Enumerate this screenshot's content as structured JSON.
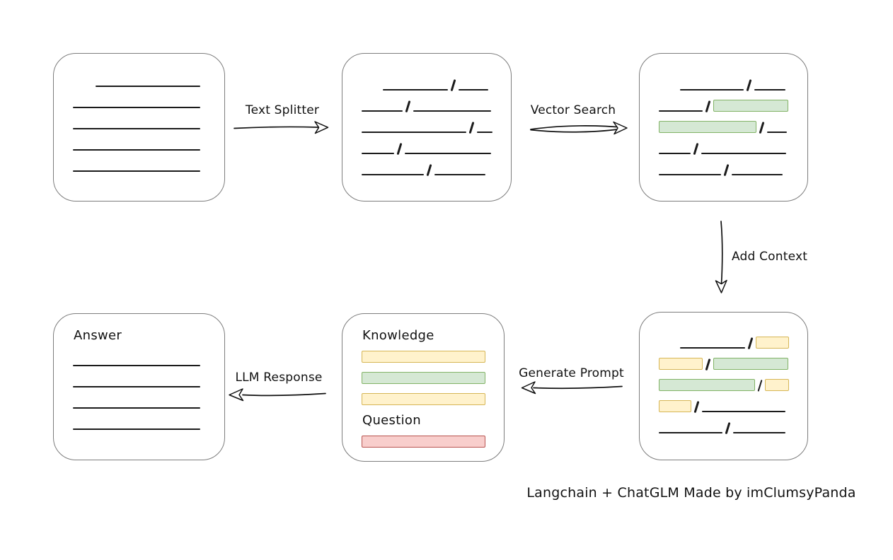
{
  "colors": {
    "ink": "#1b1b1b",
    "box_border": "#7d7d7d",
    "green_fill": "#d5e8d4",
    "green_border": "#82b366",
    "yellow_fill": "#fff2cc",
    "yellow_border": "#d6b656",
    "red_fill": "#f8cecc",
    "red_border": "#b85450"
  },
  "labels": {
    "text_splitter": "Text Splitter",
    "vector_search": "Vector Search",
    "add_context": "Add Context",
    "generate_prompt": "Generate Prompt",
    "llm_response": "LLM Response",
    "caption": "Langchain + ChatGLM Made by imClumsyPanda"
  },
  "boxes": {
    "document": {
      "rows": [
        {
          "indent": 32,
          "segs": [
            {
              "t": "line",
              "w": 148
            }
          ]
        },
        {
          "segs": [
            {
              "t": "line",
              "w": 180
            }
          ]
        },
        {
          "segs": [
            {
              "t": "line",
              "w": 180
            }
          ]
        },
        {
          "segs": [
            {
              "t": "line",
              "w": 180
            }
          ]
        },
        {
          "segs": [
            {
              "t": "line",
              "w": 180
            }
          ]
        }
      ]
    },
    "split_chunks": {
      "rows": [
        {
          "indent": 30,
          "segs": [
            {
              "t": "line",
              "w": 92
            },
            {
              "t": "slash"
            },
            {
              "t": "line",
              "w": 42
            }
          ]
        },
        {
          "segs": [
            {
              "t": "line",
              "w": 58
            },
            {
              "t": "slash"
            },
            {
              "t": "line",
              "w": 110
            }
          ]
        },
        {
          "segs": [
            {
              "t": "line",
              "w": 148
            },
            {
              "t": "slash"
            },
            {
              "t": "line",
              "w": 22
            }
          ]
        },
        {
          "segs": [
            {
              "t": "line",
              "w": 46
            },
            {
              "t": "slash"
            },
            {
              "t": "line",
              "w": 122
            }
          ]
        },
        {
          "segs": [
            {
              "t": "line",
              "w": 88
            },
            {
              "t": "slash"
            },
            {
              "t": "line",
              "w": 72
            }
          ]
        }
      ]
    },
    "vector_matches": {
      "rows": [
        {
          "indent": 30,
          "segs": [
            {
              "t": "line",
              "w": 90
            },
            {
              "t": "slash"
            },
            {
              "t": "line",
              "w": 44
            }
          ]
        },
        {
          "segs": [
            {
              "t": "line",
              "w": 62
            },
            {
              "t": "slash"
            },
            {
              "t": "green",
              "w": 106
            }
          ]
        },
        {
          "segs": [
            {
              "t": "green",
              "w": 138
            },
            {
              "t": "slash"
            },
            {
              "t": "line",
              "w": 28
            }
          ]
        },
        {
          "segs": [
            {
              "t": "line",
              "w": 45
            },
            {
              "t": "slash"
            },
            {
              "t": "line",
              "w": 120
            }
          ]
        },
        {
          "segs": [
            {
              "t": "line",
              "w": 88
            },
            {
              "t": "slash"
            },
            {
              "t": "line",
              "w": 72
            }
          ]
        }
      ]
    },
    "context_chunks": {
      "rows": [
        {
          "indent": 30,
          "segs": [
            {
              "t": "line",
              "w": 92
            },
            {
              "t": "slash"
            },
            {
              "t": "yellow",
              "w": 47
            }
          ]
        },
        {
          "segs": [
            {
              "t": "yellow",
              "w": 62
            },
            {
              "t": "slash"
            },
            {
              "t": "green",
              "w": 106
            }
          ]
        },
        {
          "segs": [
            {
              "t": "green",
              "w": 138
            },
            {
              "t": "slash"
            },
            {
              "t": "yellow",
              "w": 34
            }
          ]
        },
        {
          "segs": [
            {
              "t": "yellow",
              "w": 46
            },
            {
              "t": "slash"
            },
            {
              "t": "line",
              "w": 118
            }
          ]
        },
        {
          "segs": [
            {
              "t": "line",
              "w": 90
            },
            {
              "t": "slash"
            },
            {
              "t": "line",
              "w": 74
            }
          ]
        }
      ]
    },
    "prompt": {
      "knowledge_label": "Knowledge",
      "question_label": "Question",
      "knowledge_rows": [
        {
          "segs": [
            {
              "t": "yellow",
              "w": 180
            }
          ]
        },
        {
          "segs": [
            {
              "t": "green",
              "w": 180
            }
          ]
        },
        {
          "segs": [
            {
              "t": "yellow",
              "w": 180
            }
          ]
        }
      ],
      "question_rows": [
        {
          "segs": [
            {
              "t": "red",
              "w": 180
            }
          ]
        }
      ]
    },
    "answer": {
      "label": "Answer",
      "rows": [
        {
          "segs": [
            {
              "t": "line",
              "w": 180
            }
          ]
        },
        {
          "segs": [
            {
              "t": "line",
              "w": 180
            }
          ]
        },
        {
          "segs": [
            {
              "t": "line",
              "w": 180
            }
          ]
        },
        {
          "segs": [
            {
              "t": "line",
              "w": 180
            }
          ]
        }
      ]
    }
  }
}
